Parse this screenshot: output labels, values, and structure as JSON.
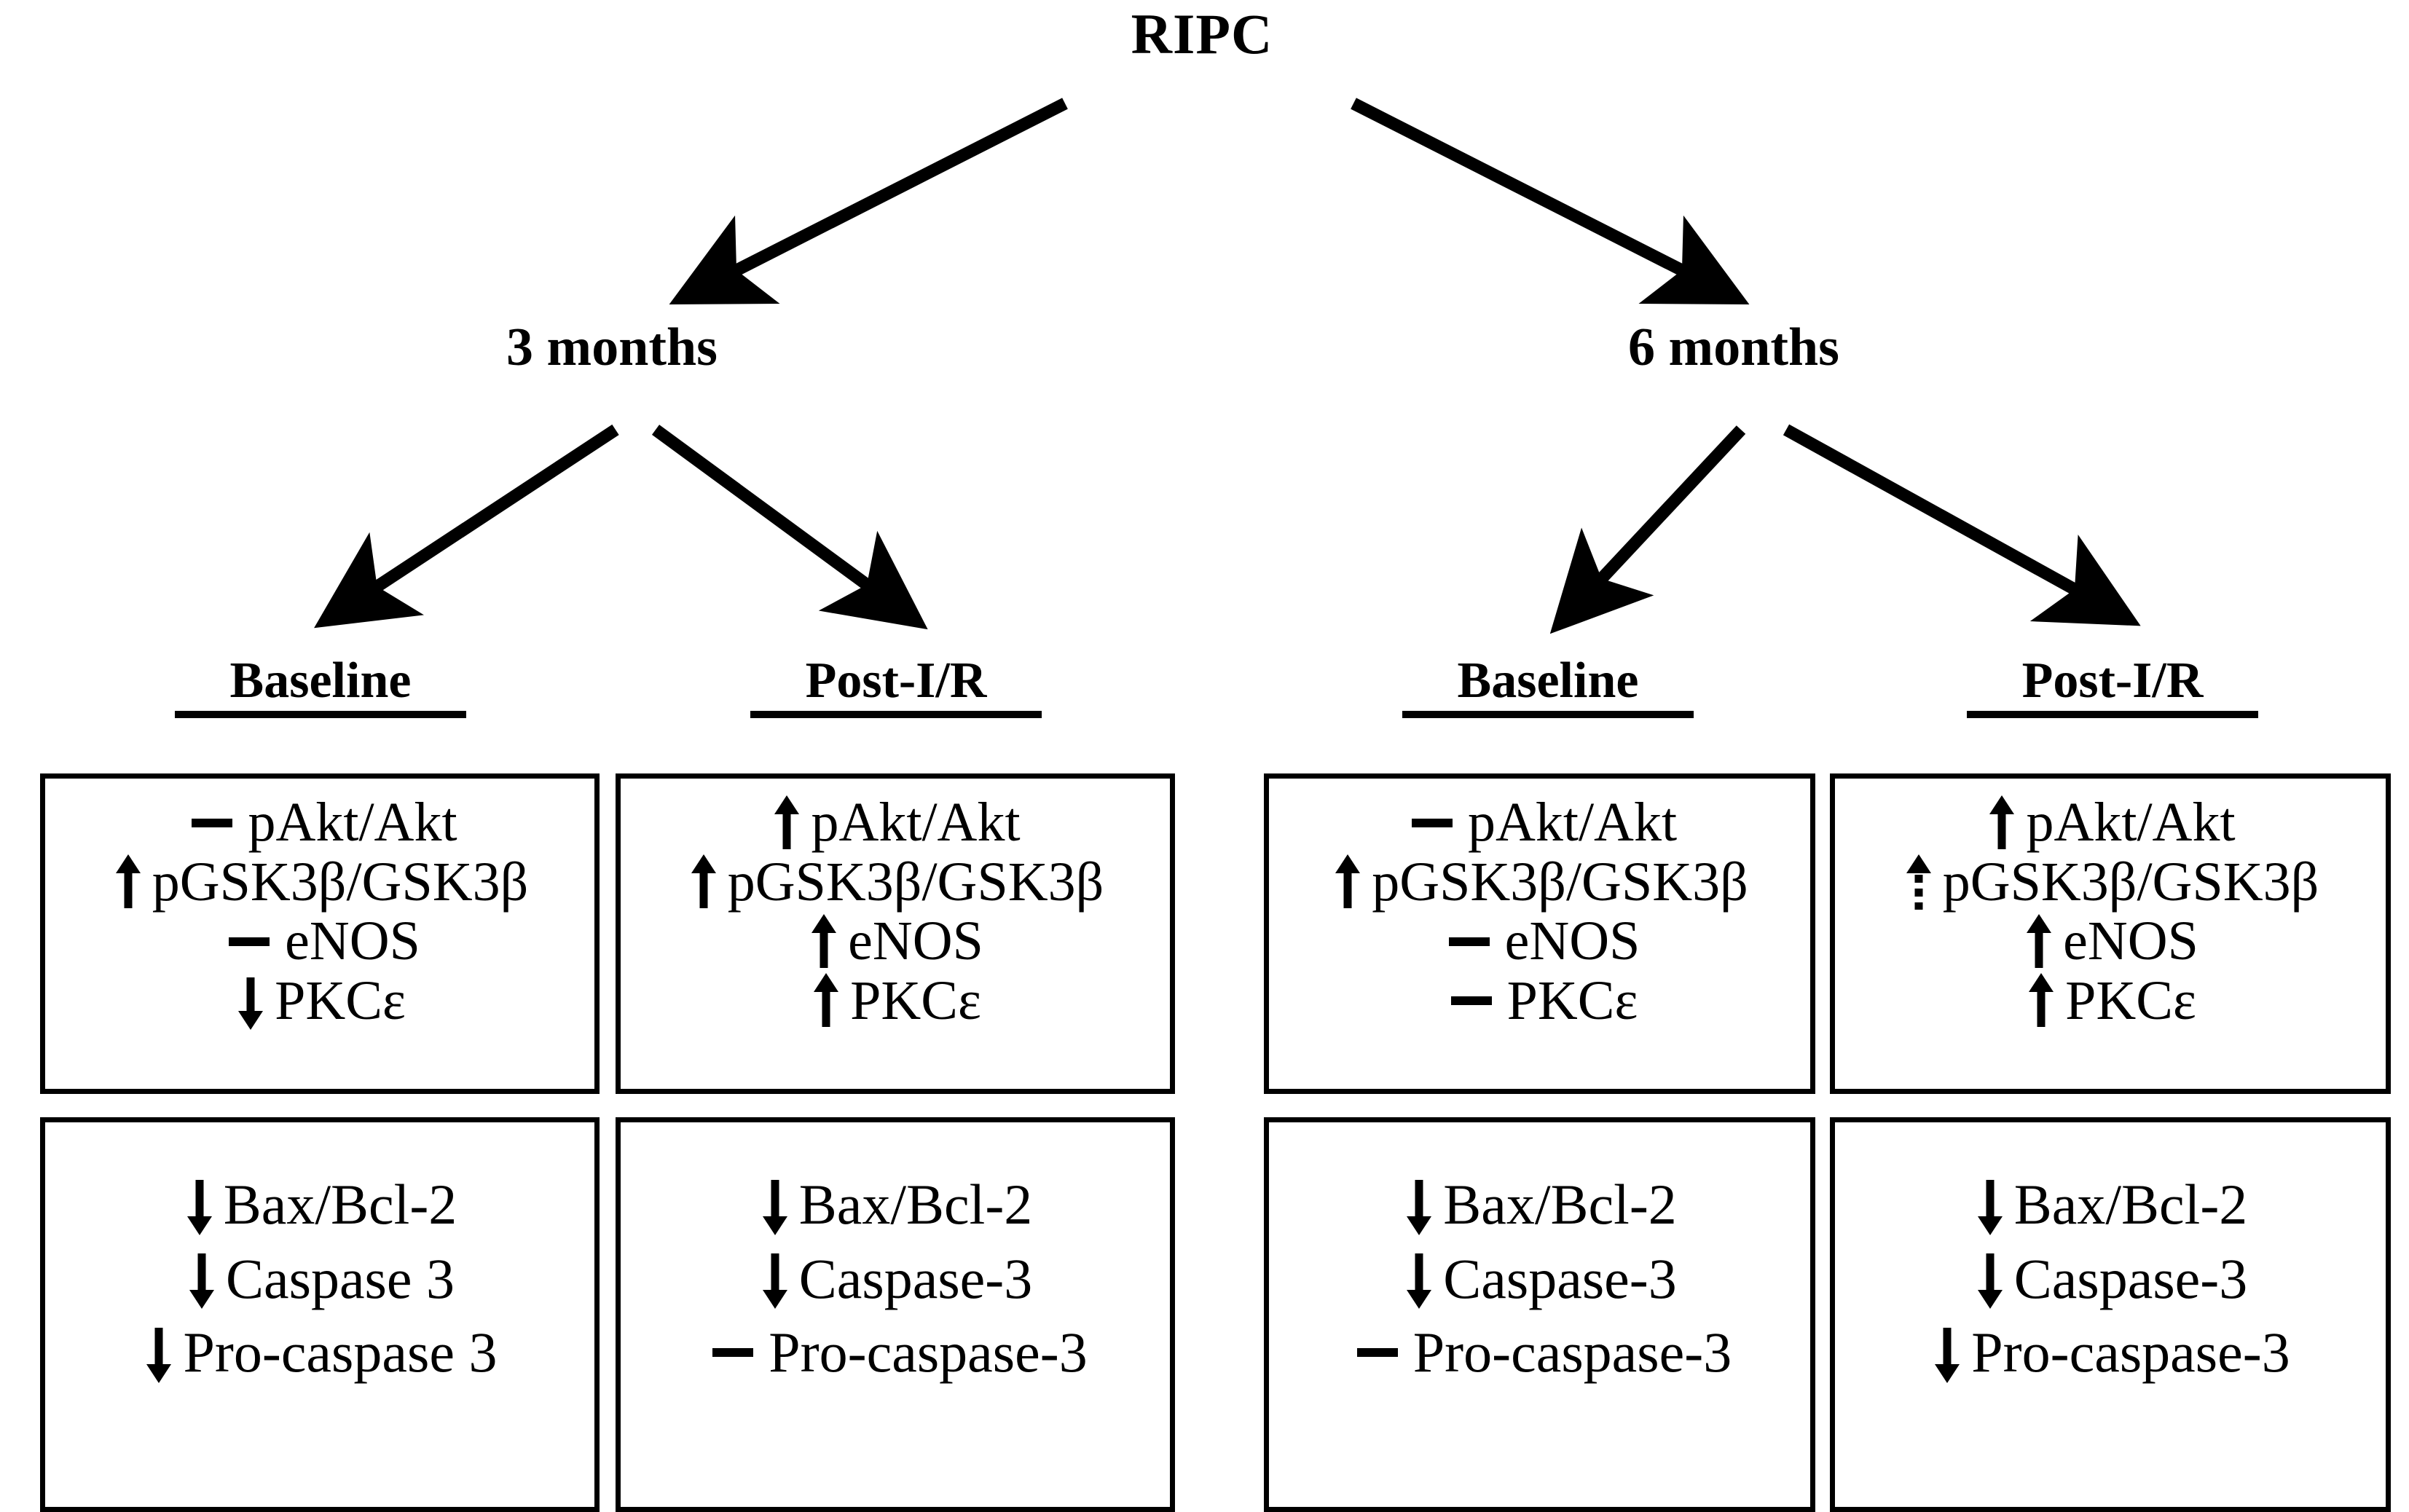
{
  "diagram": {
    "root": {
      "label": "RIPC"
    },
    "timepoints": [
      {
        "label": "3 months"
      },
      {
        "label": "6 months"
      }
    ],
    "column_headers": [
      {
        "label": "Baseline"
      },
      {
        "label": "Post-I/R"
      },
      {
        "label": "Baseline"
      },
      {
        "label": "Post-I/R"
      }
    ],
    "panels_top": [
      {
        "group": "3 months",
        "condition": "Baseline",
        "rows": [
          {
            "marker": "flat",
            "label": "pAkt/Akt"
          },
          {
            "marker": "up",
            "label": "pGSK3β/GSK3β"
          },
          {
            "marker": "flat",
            "label": "eNOS"
          },
          {
            "marker": "down",
            "label": "PKCε"
          }
        ]
      },
      {
        "group": "3 months",
        "condition": "Post-I/R",
        "rows": [
          {
            "marker": "up",
            "label": "pAkt/Akt"
          },
          {
            "marker": "up",
            "label": "pGSK3β/GSK3β"
          },
          {
            "marker": "up",
            "label": "eNOS"
          },
          {
            "marker": "up",
            "label": "PKCε"
          }
        ]
      },
      {
        "group": "6 months",
        "condition": "Baseline",
        "rows": [
          {
            "marker": "flat",
            "label": "pAkt/Akt"
          },
          {
            "marker": "up",
            "label": "pGSK3β/GSK3β"
          },
          {
            "marker": "flat",
            "label": "eNOS"
          },
          {
            "marker": "flat",
            "label": "PKCε"
          }
        ]
      },
      {
        "group": "6 months",
        "condition": "Post-I/R",
        "rows": [
          {
            "marker": "up",
            "label": "pAkt/Akt"
          },
          {
            "marker": "updash",
            "label": "pGSK3β/GSK3β"
          },
          {
            "marker": "up",
            "label": "eNOS"
          },
          {
            "marker": "up",
            "label": "PKCε"
          }
        ]
      }
    ],
    "panels_bottom": [
      {
        "group": "3 months",
        "condition": "Baseline",
        "rows": [
          {
            "marker": "down",
            "label": "Bax/Bcl-2"
          },
          {
            "marker": "down",
            "label": "Caspase 3"
          },
          {
            "marker": "down",
            "label": "Pro-caspase 3"
          }
        ]
      },
      {
        "group": "3 months",
        "condition": "Post-I/R",
        "rows": [
          {
            "marker": "down",
            "label": "Bax/Bcl-2"
          },
          {
            "marker": "down",
            "label": "Caspase-3"
          },
          {
            "marker": "flat",
            "label": "Pro-caspase-3"
          }
        ]
      },
      {
        "group": "6 months",
        "condition": "Baseline",
        "rows": [
          {
            "marker": "down",
            "label": "Bax/Bcl-2"
          },
          {
            "marker": "down",
            "label": "Caspase-3"
          },
          {
            "marker": "flat",
            "label": "Pro-caspase-3"
          }
        ]
      },
      {
        "group": "6 months",
        "condition": "Post-I/R",
        "rows": [
          {
            "marker": "down",
            "label": "Bax/Bcl-2"
          },
          {
            "marker": "down",
            "label": "Caspase-3"
          },
          {
            "marker": "down",
            "label": "Pro-caspase-3"
          }
        ]
      }
    ],
    "marker_legend": {
      "up": "increase-arrow-icon",
      "down": "decrease-arrow-icon",
      "flat": "no-change-dash-icon",
      "updash": "dashed-increase-arrow-icon"
    },
    "colors": {
      "ink": "#000000",
      "background": "#ffffff"
    }
  }
}
